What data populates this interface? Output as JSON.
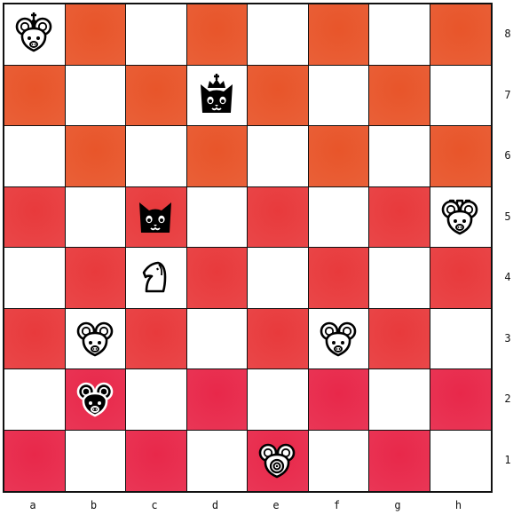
{
  "board": {
    "files": [
      "a",
      "b",
      "c",
      "d",
      "e",
      "f",
      "g",
      "h"
    ],
    "ranks": [
      "8",
      "7",
      "6",
      "5",
      "4",
      "3",
      "2",
      "1"
    ],
    "colors": {
      "light": "#ffffff",
      "dark_top": "#e8552a",
      "dark_mid": "#e83a3c",
      "dark_low": "#e8284a",
      "border": "#111111"
    },
    "pieces": [
      {
        "square": "a8",
        "type": "mouse-king",
        "side": "white",
        "icon": "mouse-king-icon"
      },
      {
        "square": "d7",
        "type": "cat-king",
        "side": "black",
        "icon": "cat-king-icon"
      },
      {
        "square": "c5",
        "type": "cat",
        "side": "black",
        "icon": "cat-icon"
      },
      {
        "square": "h5",
        "type": "mouse-rook",
        "side": "white",
        "icon": "mouse-rook-icon"
      },
      {
        "square": "c4",
        "type": "knight",
        "side": "white",
        "icon": "knight-icon"
      },
      {
        "square": "b3",
        "type": "mouse",
        "side": "white",
        "icon": "mouse-icon"
      },
      {
        "square": "f3",
        "type": "mouse",
        "side": "white",
        "icon": "mouse-icon"
      },
      {
        "square": "b2",
        "type": "mouse",
        "side": "black",
        "icon": "mouse-icon"
      },
      {
        "square": "e1",
        "type": "mouse-target",
        "side": "white",
        "icon": "mouse-target-icon"
      }
    ]
  }
}
